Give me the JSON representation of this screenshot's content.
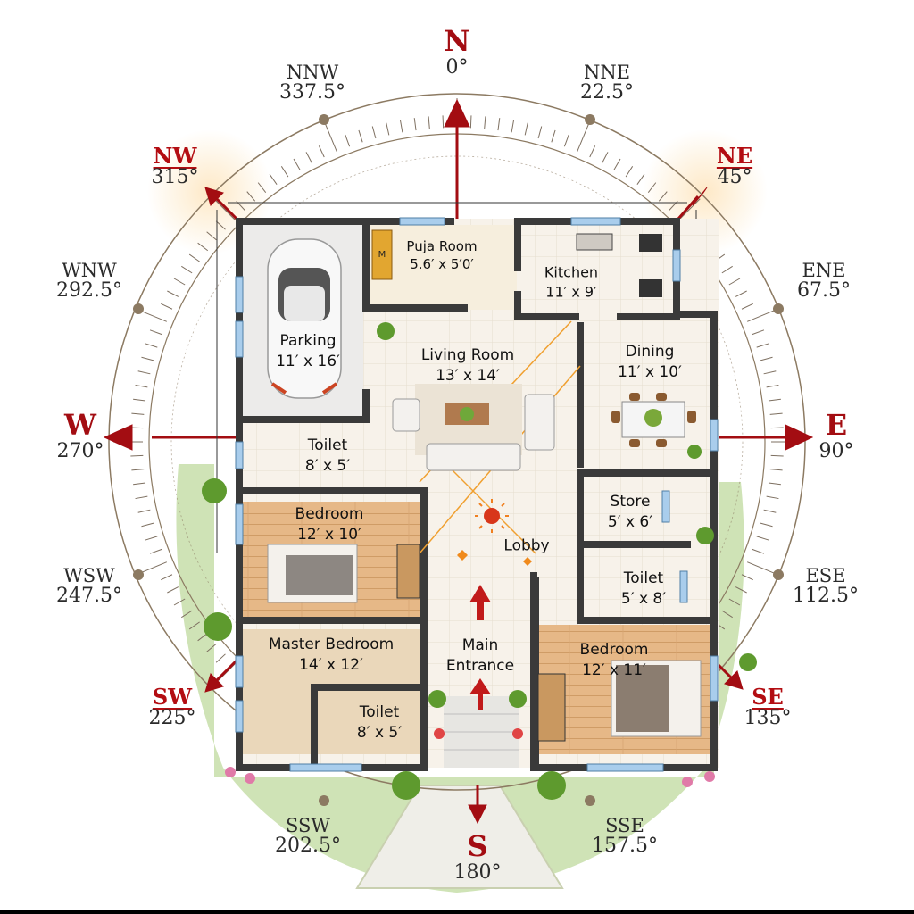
{
  "diagram": {
    "type": "vastu-floor-plan",
    "compass": {
      "accent_color": "#a30d12",
      "text_color": "#2b2b2b",
      "directions": [
        {
          "name": "N",
          "degrees": "0°",
          "kind": "cardinal"
        },
        {
          "name": "NNE",
          "degrees": "22.5°",
          "kind": "minor"
        },
        {
          "name": "NE",
          "degrees": "45°",
          "kind": "inter"
        },
        {
          "name": "ENE",
          "degrees": "67.5°",
          "kind": "minor"
        },
        {
          "name": "E",
          "degrees": "90°",
          "kind": "cardinal"
        },
        {
          "name": "ESE",
          "degrees": "112.5°",
          "kind": "minor"
        },
        {
          "name": "SE",
          "degrees": "135°",
          "kind": "inter"
        },
        {
          "name": "SSE",
          "degrees": "157.5°",
          "kind": "minor"
        },
        {
          "name": "S",
          "degrees": "180°",
          "kind": "cardinal"
        },
        {
          "name": "SSW",
          "degrees": "202.5°",
          "kind": "minor"
        },
        {
          "name": "SW",
          "degrees": "225°",
          "kind": "inter"
        },
        {
          "name": "WSW",
          "degrees": "247.5°",
          "kind": "minor"
        },
        {
          "name": "W",
          "degrees": "270°",
          "kind": "cardinal"
        },
        {
          "name": "WNW",
          "degrees": "292.5°",
          "kind": "minor"
        },
        {
          "name": "NW",
          "degrees": "315°",
          "kind": "inter"
        },
        {
          "name": "NNW",
          "degrees": "337.5°",
          "kind": "minor"
        }
      ]
    },
    "rooms": [
      {
        "name": "Parking",
        "size": "11′ x 16′"
      },
      {
        "name": "Puja Room",
        "size": "5.6′ x 5′0′"
      },
      {
        "name": "Kitchen",
        "size": "11′ x 9′"
      },
      {
        "name": "Living Room",
        "size": "13′ x 14′"
      },
      {
        "name": "Dining",
        "size": "11′ x 10′"
      },
      {
        "name": "Toilet",
        "size": "8′ x 5′"
      },
      {
        "name": "Bedroom",
        "size": "12′ x 10′"
      },
      {
        "name": "Lobby",
        "size": ""
      },
      {
        "name": "Store",
        "size": "5′ x 6′"
      },
      {
        "name": "Toilet",
        "size": "5′ x 8′"
      },
      {
        "name": "Master Bedroom",
        "size": "14′ x 12′"
      },
      {
        "name": "Toilet",
        "size": "8′ x 5′"
      },
      {
        "name": "Main Entrance",
        "size": ""
      },
      {
        "name": "Bedroom",
        "size": "12′ x 11′"
      }
    ],
    "colors": {
      "wall": "#3a3a3a",
      "floor_tile": "#f6f1e8",
      "wood_floor": "#e2b47e",
      "garden": "#9bc46a",
      "window": "#8fb6dc",
      "brahmasthan": "#e0501c"
    }
  }
}
